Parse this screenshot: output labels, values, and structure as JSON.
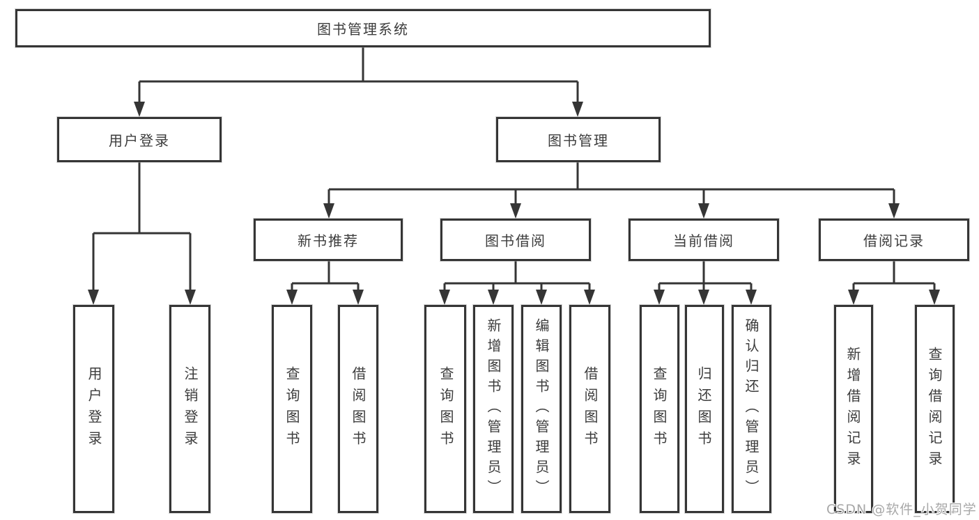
{
  "diagram": {
    "type": "hierarchy-tree",
    "watermark": "CSDN @软件_小贺同学",
    "colors": {
      "line": "#353535",
      "box_border": "#353535",
      "text": "#3c3c3c",
      "watermark": "#a8a8a8",
      "background": "#ffffff"
    }
  },
  "nodes": {
    "root": {
      "label": "图书管理系统"
    },
    "level2": [
      {
        "label": "用户登录",
        "parent": "图书管理系统"
      },
      {
        "label": "图书管理",
        "parent": "图书管理系统"
      }
    ],
    "level3": [
      {
        "label": "新书推荐",
        "parent": "图书管理"
      },
      {
        "label": "图书借阅",
        "parent": "图书管理"
      },
      {
        "label": "当前借阅",
        "parent": "图书管理"
      },
      {
        "label": "借阅记录",
        "parent": "图书管理"
      }
    ],
    "leaves": [
      {
        "label": "用户登录",
        "parent": "用户登录"
      },
      {
        "label": "注销登录",
        "parent": "用户登录"
      },
      {
        "label": "查询图书",
        "parent": "新书推荐"
      },
      {
        "label": "借阅图书",
        "parent": "新书推荐"
      },
      {
        "label": "查询图书",
        "parent": "图书借阅"
      },
      {
        "label": "新增图书（管理员）",
        "parent": "图书借阅"
      },
      {
        "label": "编辑图书（管理员）",
        "parent": "图书借阅"
      },
      {
        "label": "借阅图书",
        "parent": "图书借阅"
      },
      {
        "label": "查询图书",
        "parent": "当前借阅"
      },
      {
        "label": "归还图书",
        "parent": "当前借阅"
      },
      {
        "label": "确认归还（管理员）",
        "parent": "当前借阅"
      },
      {
        "label": "新增借阅记录",
        "parent": "借阅记录"
      },
      {
        "label": "查询借阅记录",
        "parent": "借阅记录"
      }
    ]
  }
}
